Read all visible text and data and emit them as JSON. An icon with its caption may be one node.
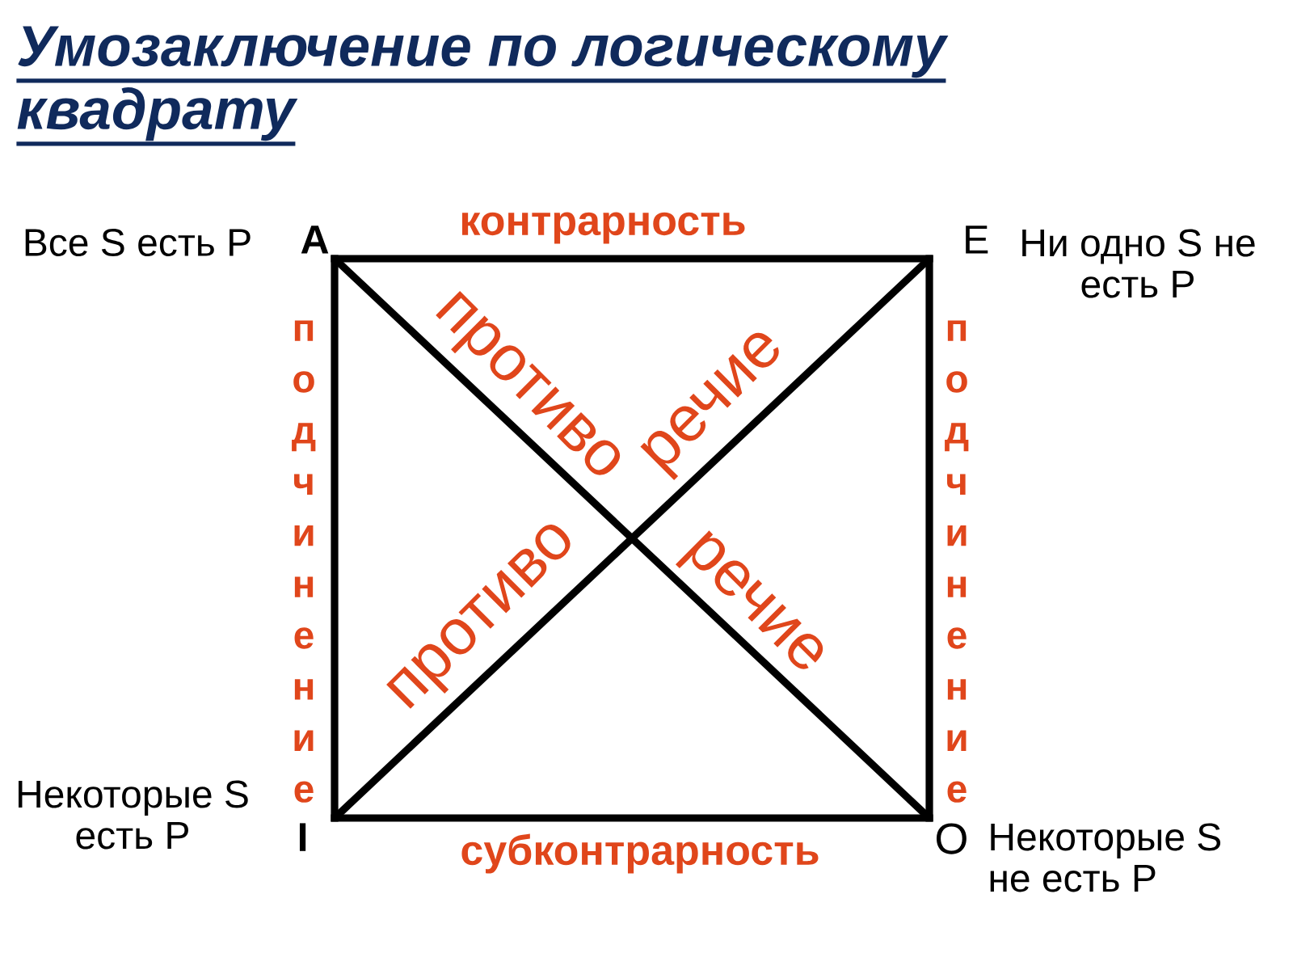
{
  "diagram": {
    "title": "Умозаключение по логическому квадрату",
    "nodes": [
      {
        "text": [
          "A"
        ],
        "beside": [
          "Все S есть P"
        ]
      },
      {
        "text": [
          "E"
        ],
        "beside": [
          "Ни одно S не есть P"
        ]
      },
      {
        "text": [
          "I"
        ],
        "beside": [
          "Некоторые S есть P"
        ]
      },
      {
        "text": [
          "O"
        ],
        "beside": [
          "Некоторые S не есть P"
        ]
      }
    ],
    "edges": [
      {
        "from": 0,
        "to": 1,
        "arrow": "none",
        "label": "контрарность"
      },
      {
        "from": 2,
        "to": 3,
        "arrow": "none",
        "label": "субконтрарность"
      },
      {
        "from": 0,
        "to": 2,
        "arrow": "none",
        "label": "подчинение"
      },
      {
        "from": 1,
        "to": 3,
        "arrow": "none",
        "label": "подчинение"
      },
      {
        "from": 0,
        "to": 3,
        "arrow": "none"
      },
      {
        "from": 1,
        "to": 2,
        "arrow": "none"
      }
    ],
    "labels": [
      "противо",
      "речие",
      "противо",
      "речие"
    ]
  }
}
